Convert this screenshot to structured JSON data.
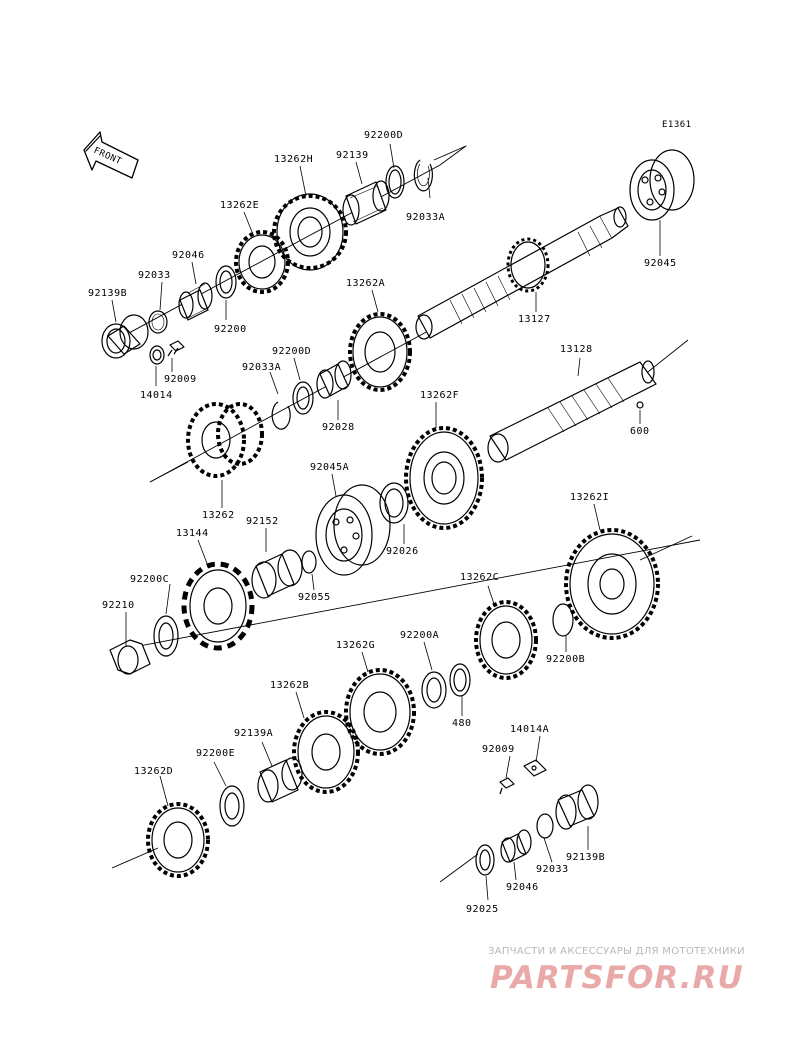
{
  "diagram": {
    "code": "E1361",
    "front_label": "FRONT"
  },
  "parts": {
    "p92200D_top": "92200D",
    "p92139_top": "92139",
    "p13262H": "13262H",
    "p92033A_top": "92033A",
    "p13262E": "13262E",
    "p92046_top": "92046",
    "p92033_top": "92033",
    "p92139B_top": "92139B",
    "p92200": "92200",
    "p92009_top": "92009",
    "p14014": "14014",
    "p13262A": "13262A",
    "p92200D_mid": "92200D",
    "p92033A_mid": "92033A",
    "p92028": "92028",
    "p13127": "13127",
    "p92045": "92045",
    "p13128": "13128",
    "p600": "600",
    "p13262F": "13262F",
    "p13262": "13262",
    "p92045A": "92045A",
    "p92152": "92152",
    "p13144": "13144",
    "p92026": "92026",
    "p13262I": "13262I",
    "p92200C": "92200C",
    "p92055": "92055",
    "p92210": "92210",
    "p13262C": "13262C",
    "p92200A": "92200A",
    "p92200B": "92200B",
    "p13262G": "13262G",
    "p480": "480",
    "p14014A": "14014A",
    "p13262B": "13262B",
    "p92139A": "92139A",
    "p92009_bot": "92009",
    "p92200E": "92200E",
    "p13262D": "13262D",
    "p92139B_bot": "92139B",
    "p92033_bot": "92033",
    "p92046_bot": "92046",
    "p92025": "92025"
  },
  "watermark": {
    "caption": "ЗАПЧАСТИ И АКСЕССУАРЫ ДЛЯ МОТОТЕХНИКИ",
    "brand": "PARTSFOR.RU"
  }
}
